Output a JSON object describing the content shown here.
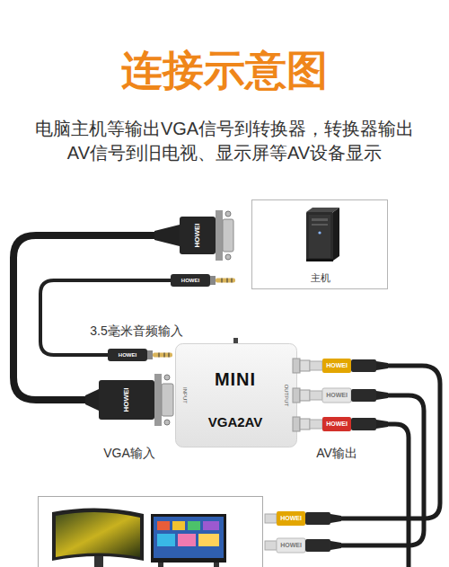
{
  "diagram": {
    "title": "连接示意图",
    "caption": "电脑主机等输出VGA信号到转换器，转换器输出 AV信号到旧电视、显示屏等AV设备显示",
    "nodes": [
      {
        "text": [
          "主机"
        ]
      },
      {
        "text": [
          "MINI",
          "VGA2AV",
          "INPUT",
          "OUTPUT"
        ]
      }
    ],
    "labels": [
      "3.5毫米音频输入",
      "VGA输入",
      "AV输出",
      "HOWEI",
      "HOWEI",
      "HOWEI",
      "HOWEI",
      "HOWEI",
      "HOWEI",
      "HOWEI",
      "HOWEI",
      "HOWEI"
    ]
  }
}
